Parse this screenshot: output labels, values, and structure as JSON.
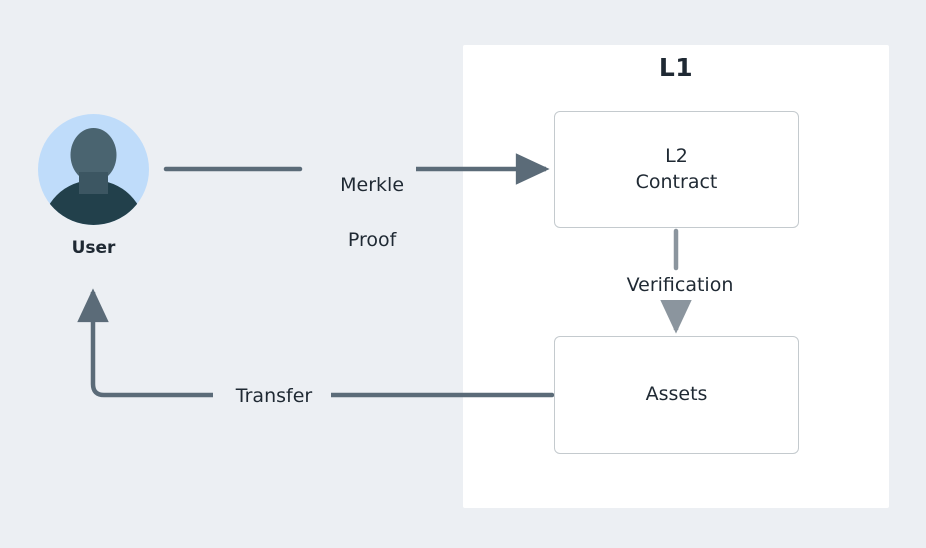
{
  "diagram": {
    "background_color": "#eceff3",
    "panel": {
      "title": "L1",
      "background_color": "#ffffff"
    },
    "actor": {
      "label": "User",
      "icon": "user-avatar-icon",
      "circle_color": "#bfdcfa",
      "head_color": "#4a6470",
      "body_color": "#22404b"
    },
    "nodes": [
      {
        "id": "l2-contract",
        "line1": "L2",
        "line2": "Contract",
        "border_color": "#c4cace",
        "fill_color": "#ffffff"
      },
      {
        "id": "assets",
        "line1": "Assets",
        "line2": "",
        "border_color": "#c4cace",
        "fill_color": "#ffffff"
      }
    ],
    "edges": [
      {
        "id": "user-to-l2-contract",
        "label_line1": "Merkle",
        "label_line2": "Proof",
        "from": "User",
        "to": "L2 Contract",
        "color": "#5b6b78"
      },
      {
        "id": "l2-contract-to-assets",
        "label_line1": "Verification",
        "label_line2": "",
        "from": "L2 Contract",
        "to": "Assets",
        "color": "#8b959e"
      },
      {
        "id": "assets-to-user",
        "label_line1": "Transfer",
        "label_line2": "",
        "from": "Assets",
        "to": "User",
        "color": "#5b6b78"
      }
    ]
  }
}
